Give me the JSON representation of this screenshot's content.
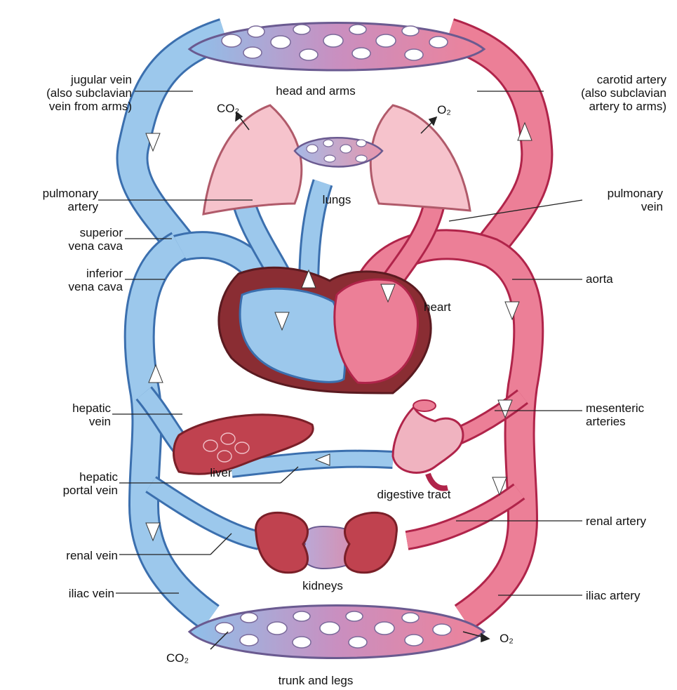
{
  "labels": {
    "jugular_vein": "jugular vein\n(also subclavian\nvein from arms)",
    "head_and_arms": "head and arms",
    "carotid_artery": "carotid artery\n(also subclavian\nartery to arms)",
    "co2_lungs": "CO₂",
    "o2_lungs": "O₂",
    "pulmonary_artery": "pulmonary\nartery",
    "lungs": "lungs",
    "pulmonary_vein": "pulmonary\nvein",
    "superior_vena_cava": "superior\nvena cava",
    "inferior_vena_cava": "inferior\nvena cava",
    "aorta": "aorta",
    "heart": "heart",
    "hepatic_vein": "hepatic\nvein",
    "mesenteric_arteries": "mesenteric\narteries",
    "liver": "liver",
    "hepatic_portal_vein": "hepatic\nportal vein",
    "digestive_tract": "digestive tract",
    "renal_artery": "renal artery",
    "renal_vein": "renal vein",
    "kidneys": "kidneys",
    "iliac_vein": "iliac vein",
    "iliac_artery": "iliac artery",
    "co2_trunk": "CO₂",
    "o2_trunk": "O₂",
    "trunk_and_legs": "trunk and legs"
  },
  "colors": {
    "vein_fill": "#9cc8ec",
    "vein_stroke": "#3b6fae",
    "artery_fill": "#ec7f97",
    "artery_stroke": "#b0244a",
    "capillary_bed": "#c98fc0",
    "organ_red": "#c0424f",
    "lung_pink": "#f6c3cc",
    "heart_wall": "#8a2d33"
  }
}
